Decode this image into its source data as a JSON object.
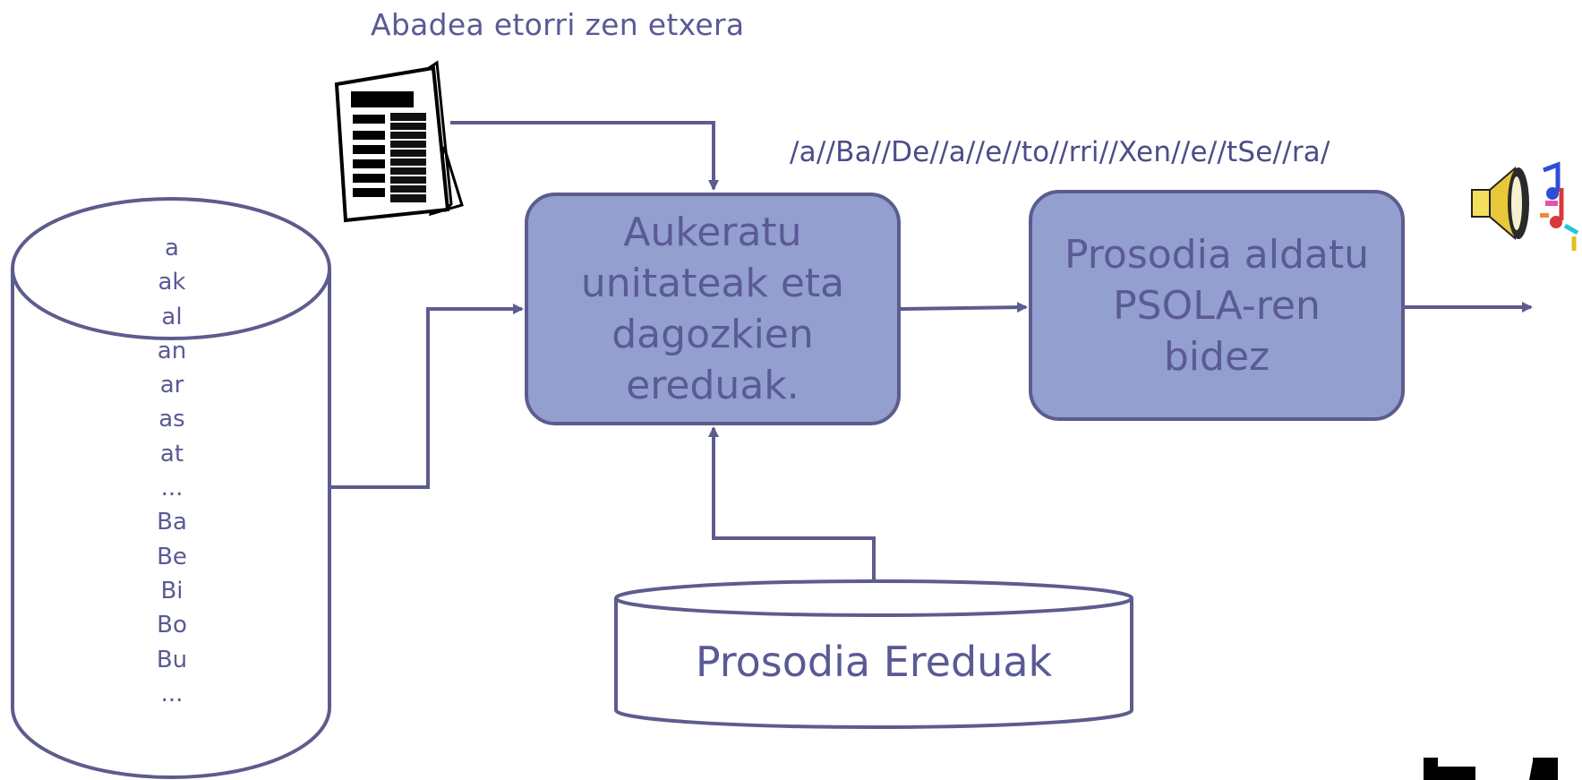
{
  "input_text": "Abadea etorri zen etxera",
  "phoneme_sequence": "/a//Ba//De//a//e//to//rri//Xen//e//tSe//ra/",
  "boxes": {
    "select_units": "Aukeratu\nunitateak eta\ndagozkien\nereduak.",
    "modify_prosody": "Prosodia aldatu\nPSOLA-ren\nbidez"
  },
  "unit_database": {
    "units": [
      "a",
      "ak",
      "al",
      "an",
      "ar",
      "as",
      "at",
      "...",
      "Ba",
      "Be",
      "Bi",
      "Bo",
      "Bu",
      "..."
    ]
  },
  "prosody_database": {
    "label": "Prosodia Ereduak"
  },
  "icons": [
    "newspaper-icon",
    "speaker-icon",
    "music-notes-icon"
  ],
  "colors": {
    "stroke": "#5c5c8e",
    "box_fill": "#929fcf",
    "text": "#5a5a96"
  }
}
